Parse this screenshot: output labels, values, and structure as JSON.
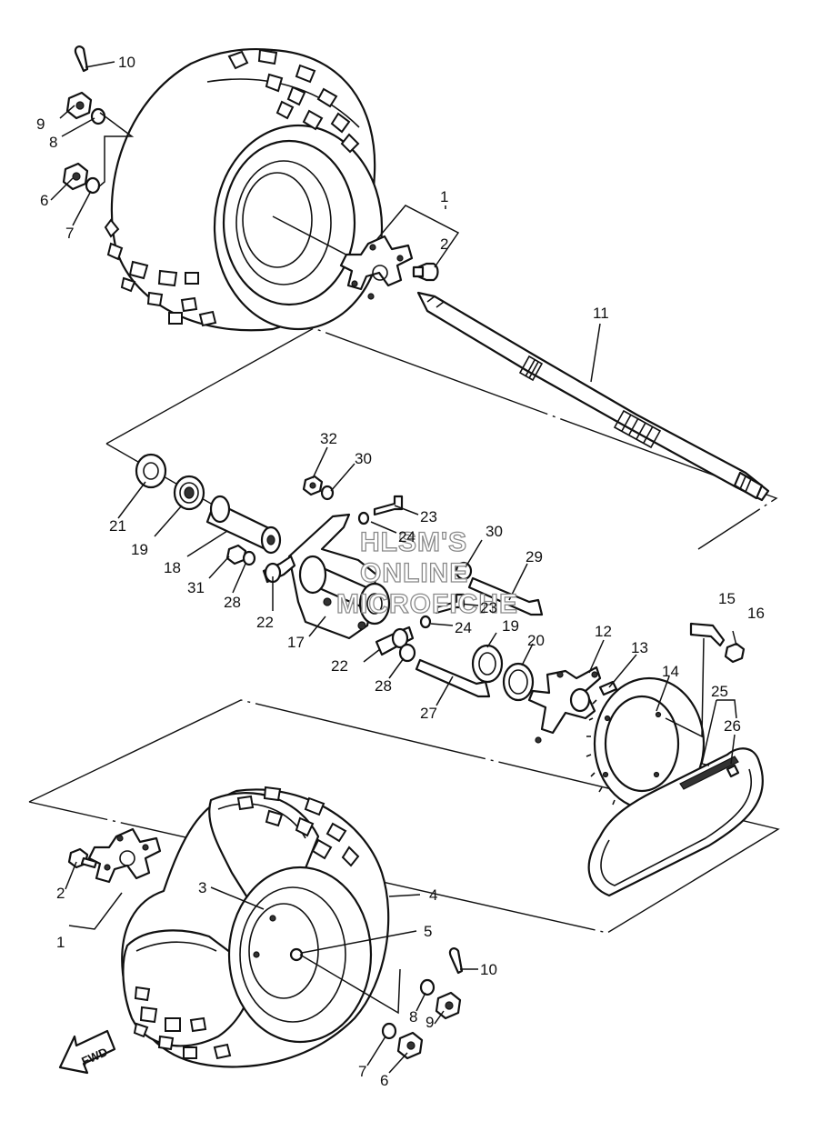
{
  "callouts": {
    "c1": "1",
    "c2": "2",
    "c3": "3",
    "c4": "4",
    "c5": "5",
    "c6": "6",
    "c7": "7",
    "c8": "8",
    "c9": "9",
    "c10": "10",
    "c11": "11",
    "c12": "12",
    "c13": "13",
    "c14": "14",
    "c15": "15",
    "c16": "16",
    "c17": "17",
    "c18": "18",
    "c19": "19",
    "c20": "20",
    "c21": "21",
    "c22": "22",
    "c23": "23",
    "c24": "24",
    "c25": "25",
    "c26": "26",
    "c27": "27",
    "c28": "28",
    "c29": "29",
    "c30": "30",
    "c31": "31",
    "c32": "32"
  },
  "watermark": {
    "line1": "HLSM'S",
    "line2": "ONLINE",
    "line3": "MICROFICHE"
  },
  "direction_arrow": {
    "label": "FWD"
  },
  "colors": {
    "line": "#111111",
    "watermark_outline": "#8a8a8a",
    "background": "#ffffff"
  }
}
